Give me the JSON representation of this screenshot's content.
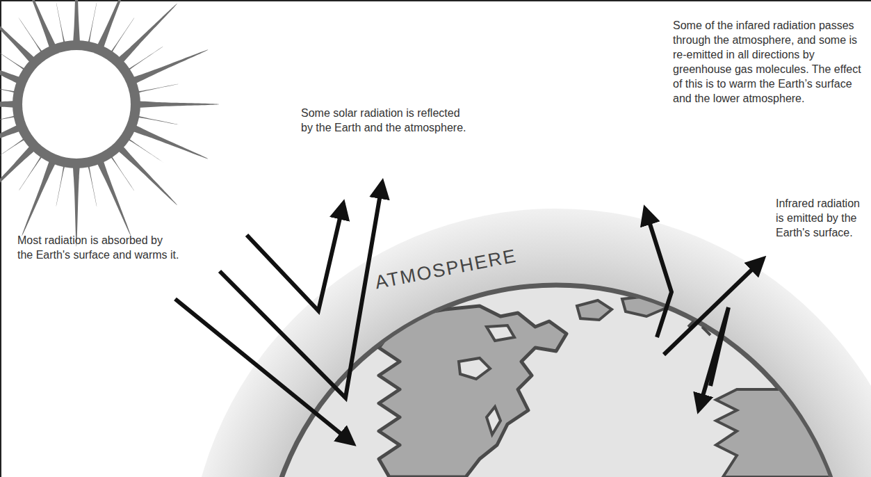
{
  "diagram": {
    "labels": [
      "Some solar radiation is reflected by the Earth and the atmosphere.",
      "Some of the infared radiation passes through the atmosphere, and some is re-emitted in all directions by greenhouse gas molecules. The effect of this is to warm the Earth’s surface and the lower atmosphere.",
      "ATMOSPHERE",
      "Infrared radiation is emitted by the Earth's surface.",
      "Most radiation is absorbed by the Earth's surface and warms it."
    ]
  }
}
